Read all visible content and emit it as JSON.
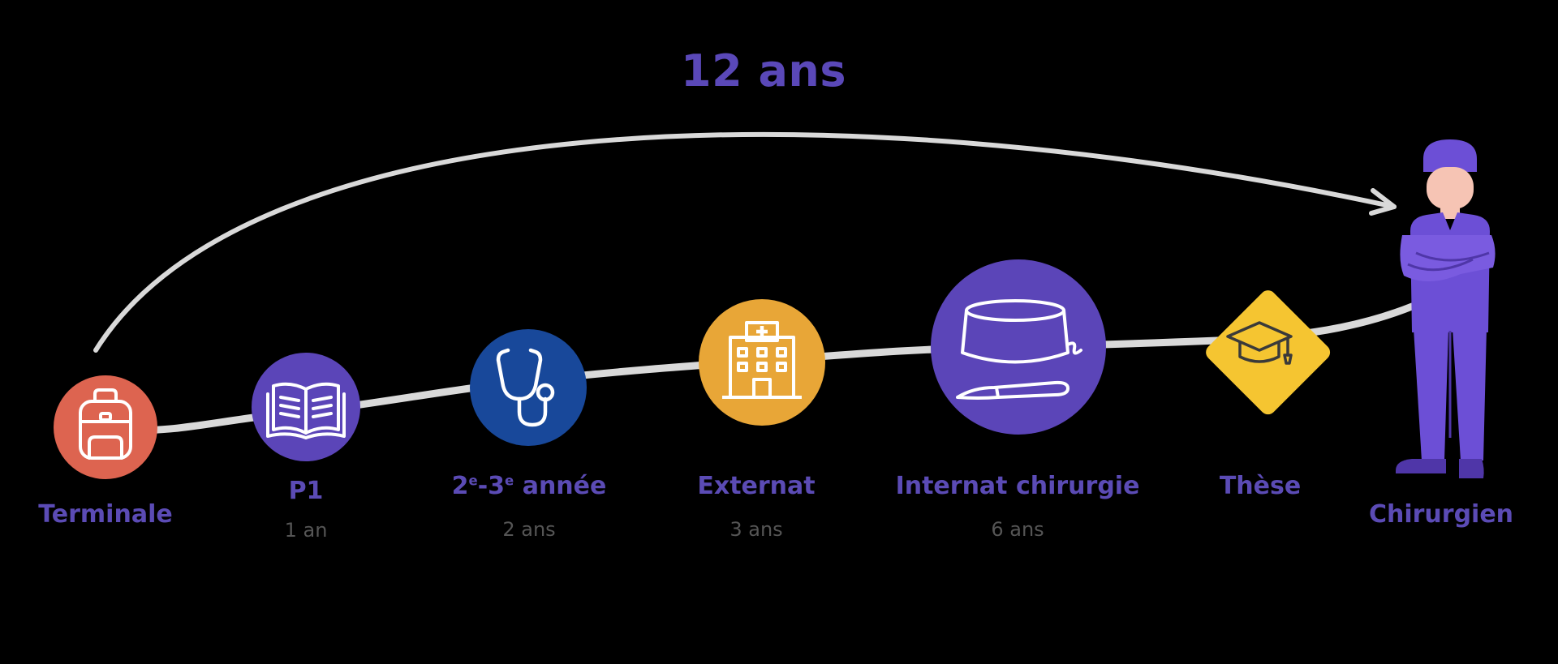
{
  "title": "12 ans",
  "steps": [
    {
      "label": "Terminale",
      "duration": "",
      "color": "#dd6450",
      "icon": "backpack-icon"
    },
    {
      "label": "P1",
      "duration": "1 an",
      "color": "#5b45b8",
      "icon": "open-book-icon"
    },
    {
      "label_main": "2",
      "label_sup1": "e",
      "label_mid": "-3",
      "label_sup2": "e",
      "label_end": " année",
      "duration": "2 ans",
      "color": "#18489a",
      "icon": "stethoscope-icon"
    },
    {
      "label": "Externat",
      "duration": "3 ans",
      "color": "#e8a637",
      "icon": "hospital-icon"
    },
    {
      "label": "Internat chirurgie",
      "duration": "6 ans",
      "color": "#5b45b8",
      "icon": "surgical-cap-scalpel-icon"
    },
    {
      "label": "Thèse",
      "duration": "",
      "color": "#f5c531",
      "icon": "graduation-cap-icon"
    },
    {
      "label": "Chirurgien",
      "duration": "",
      "color": "#6c4fd6",
      "icon": "surgeon-figure-icon"
    }
  ]
}
